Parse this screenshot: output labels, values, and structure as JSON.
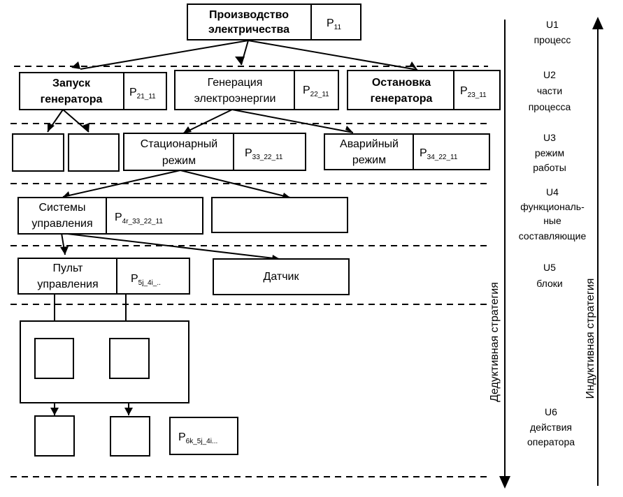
{
  "levels": [
    {
      "code": "U1",
      "lines": [
        "процесс"
      ]
    },
    {
      "code": "U2",
      "lines": [
        "части",
        "процесса"
      ]
    },
    {
      "code": "U3",
      "lines": [
        "режим",
        "работы"
      ]
    },
    {
      "code": "U4",
      "lines": [
        "функциональ-",
        "ные",
        "составляющие"
      ]
    },
    {
      "code": "U5",
      "lines": [
        "блоки"
      ]
    },
    {
      "code": "U6",
      "lines": [
        "действия",
        "оператора"
      ]
    }
  ],
  "strategies": {
    "deductive": "Дедуктивная стратегия",
    "inductive": "Индуктивная стратегия"
  },
  "nodes": {
    "production": {
      "lines": [
        "Производство",
        "электричества"
      ],
      "p_base": "P",
      "p_sub": "11"
    },
    "start_gen": {
      "lines": [
        "Запуск",
        "генератора"
      ],
      "p_base": "P",
      "p_sub": "21_11"
    },
    "generation": {
      "lines": [
        "Генерация",
        "электроэнергии"
      ],
      "p_base": "P",
      "p_sub": "22_11"
    },
    "stop_gen": {
      "lines": [
        "Остановка",
        "генератора"
      ],
      "p_base": "P",
      "p_sub": "23_11"
    },
    "stationary": {
      "lines": [
        "Стационарный",
        "режим"
      ],
      "p_base": "P",
      "p_sub": "33_22_11"
    },
    "emergency": {
      "lines": [
        "Аварийный",
        "режим"
      ],
      "p_base": "P",
      "p_sub": "34_22_11"
    },
    "control_sys": {
      "lines": [
        "Системы",
        "управления"
      ],
      "p_base": "P",
      "p_sub": "4r_33_22_11"
    },
    "control_panel": {
      "lines": [
        "Пульт",
        "управления"
      ],
      "p_base": "P",
      "p_sub": "5j_4i_.."
    },
    "sensor": {
      "lines": [
        "Датчик"
      ]
    },
    "operator_action": {
      "p_base": "P",
      "p_sub": "6k_5j_4i..."
    }
  }
}
